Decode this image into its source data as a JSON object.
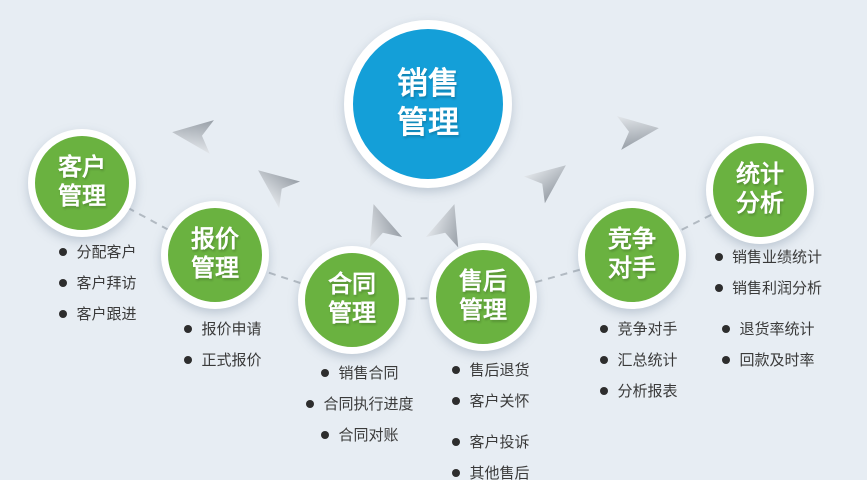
{
  "diagram_title": "销售管理",
  "center_node": {
    "id": "sales-management",
    "line1": "销售",
    "line2": "管理"
  },
  "nodes": [
    {
      "id": "customer-management",
      "line1": "客户",
      "line2": "管理",
      "items": [
        "分配客户",
        "客户拜访",
        "客户跟进"
      ]
    },
    {
      "id": "quote-management",
      "line1": "报价",
      "line2": "管理",
      "items": [
        "报价申请",
        "正式报价"
      ]
    },
    {
      "id": "contract-management",
      "line1": "合同",
      "line2": "管理",
      "items": [
        "销售合同",
        "合同执行进度",
        "合同对账"
      ]
    },
    {
      "id": "aftersales-management",
      "line1": "售后",
      "line2": "管理",
      "items": [
        "售后退货",
        "客户关怀",
        "客户投诉",
        "其他售后"
      ]
    },
    {
      "id": "competitors",
      "line1": "竞争",
      "line2": "对手",
      "items": [
        "竞争对手",
        "汇总统计",
        "分析报表"
      ]
    },
    {
      "id": "statistics-analysis",
      "line1": "统计",
      "line2": "分析",
      "items": [
        "销售业绩统计",
        "销售利润分析",
        "退货率统计",
        "回款及时率"
      ]
    }
  ],
  "colors": {
    "background": "#e7edf3",
    "center_circle": "#149fd8",
    "module_circle": "#6ab240",
    "circle_ring": "#ffffff",
    "arrow_light": "#dfe3e7",
    "arrow_dark": "#989fa7",
    "dashed_connector": "#b2bac2",
    "item_text": "#3a3a3a",
    "bullet": "#2d2d2d",
    "circle_text": "#ffffff"
  }
}
